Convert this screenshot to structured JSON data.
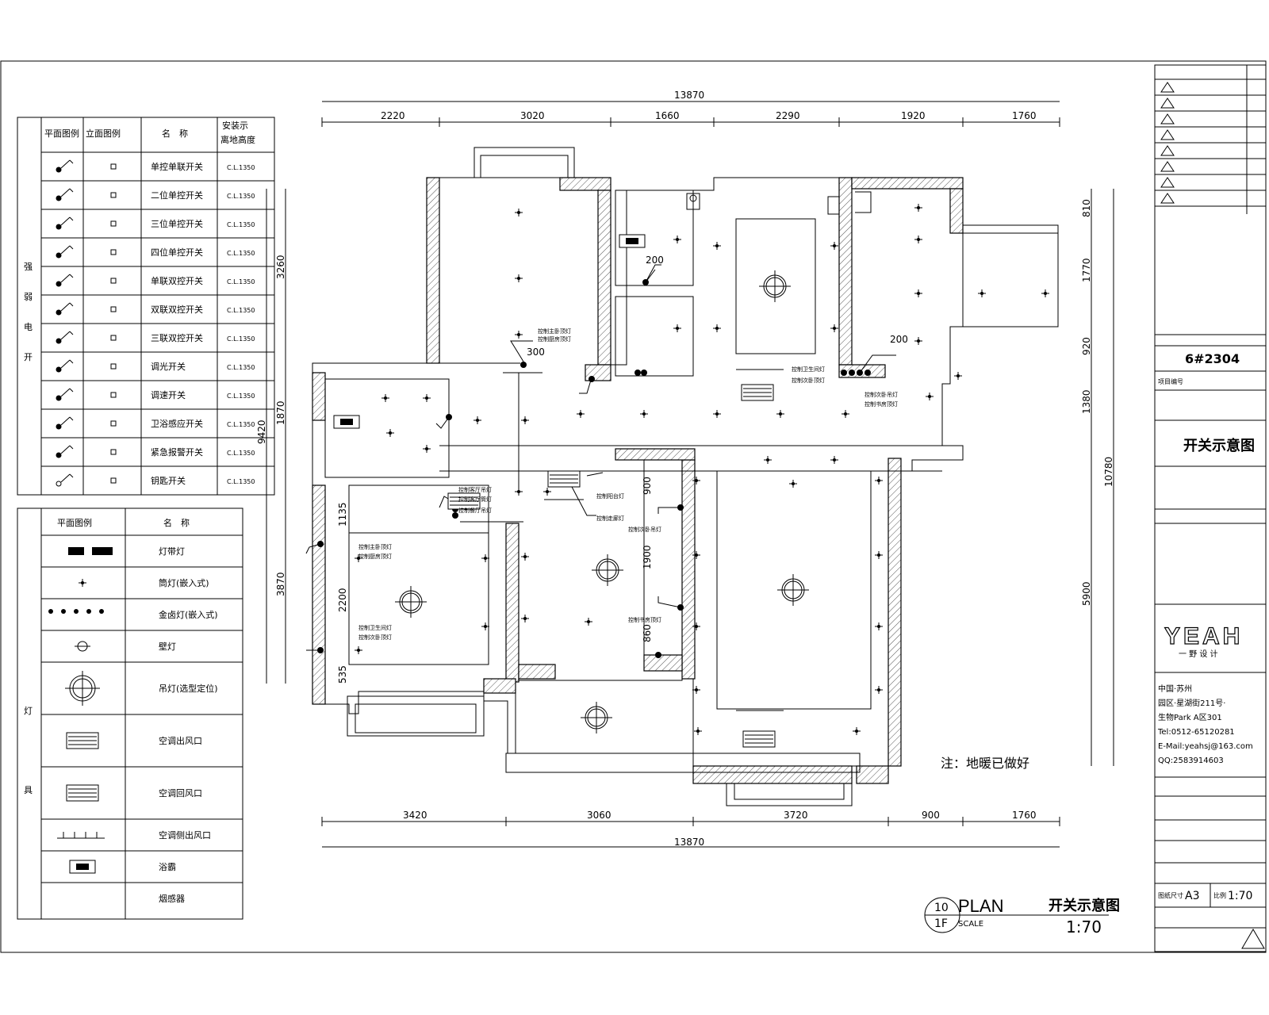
{
  "dimensions": {
    "top_total": "13870",
    "top_segments": [
      "2220",
      "3020",
      "1660",
      "2290",
      "1920",
      "1760"
    ],
    "bottom_total": "13870",
    "bottom_segments": [
      "3420",
      "3060",
      "3720",
      "900",
      "1760"
    ],
    "left_segments": [
      "3260",
      "1870",
      "3870"
    ],
    "left_total": "9420",
    "right_segments": [
      "810",
      "1770",
      "920",
      "1380",
      "5900"
    ],
    "right_total": "10780",
    "inner": [
      "200",
      "300",
      "200",
      "1135",
      "2200",
      "535",
      "900",
      "1900",
      "860"
    ]
  },
  "note": "注：地暖已做好",
  "switch_legend": {
    "headers": [
      "平面图例",
      "立面图例",
      "名　称",
      "安装示\n离地高度"
    ],
    "side_label": "强弱电开",
    "rows": [
      {
        "name": "单控单联开关",
        "height": "C.L.1350"
      },
      {
        "name": "二位单控开关",
        "height": "C.L.1350"
      },
      {
        "name": "三位单控开关",
        "height": "C.L.1350"
      },
      {
        "name": "四位单控开关",
        "height": "C.L.1350"
      },
      {
        "name": "单联双控开关",
        "height": "C.L.1350"
      },
      {
        "name": "双联双控开关",
        "height": "C.L.1350"
      },
      {
        "name": "三联双控开关",
        "height": "C.L.1350"
      },
      {
        "name": "调光开关",
        "height": "C.L.1350"
      },
      {
        "name": "调速开关",
        "height": "C.L.1350"
      },
      {
        "name": "卫浴感应开关",
        "height": "C.L.1350"
      },
      {
        "name": "紧急报警开关",
        "height": "C.L.1350"
      },
      {
        "name": "钥匙开关",
        "height": "C.L.1350"
      }
    ]
  },
  "light_legend": {
    "headers": [
      "平面图例",
      "名　称"
    ],
    "side_label": "灯具",
    "rows": [
      "灯带灯",
      "筒灯(嵌入式)",
      "金卤灯(嵌入式)",
      "壁灯",
      "吊灯(选型定位)",
      "空调出风口",
      "空调回风口",
      "空调侧出风口",
      "浴霸",
      "烟感器"
    ]
  },
  "plan_labels": {
    "red_room_labels": [
      "控制主卧顶灯",
      "控制厨房顶灯",
      "控制卫生间灯",
      "控制次卧顶灯",
      "控制次卧吊灯",
      "控制书房顶灯",
      "控制客厅吊灯",
      "控制客厅筒灯",
      "控制餐厅吊灯",
      "控制阳台灯",
      "控制走廊灯"
    ]
  },
  "title_block": {
    "project_no": "6#2304",
    "project_line": "项目编号",
    "drawing_title": "开关示意图",
    "company_logo": "YEAH",
    "company_sub": "一 野 设 计",
    "address_lines": [
      "中国·苏州",
      "园区·星湖街211号·",
      "生物Park A区301",
      "Tel:0512-65120281",
      "E-Mail:yeahsj@163.com",
      "QQ:2583914603"
    ],
    "paper_size_label": "图纸尺寸",
    "paper_size": "A3",
    "scale_label": "比例",
    "scale": "1:70"
  },
  "plan_caption": {
    "number": "10",
    "floor": "1F",
    "word": "PLAN",
    "scale_word": "SCALE",
    "title": "开关示意图",
    "scale": "1:70"
  }
}
